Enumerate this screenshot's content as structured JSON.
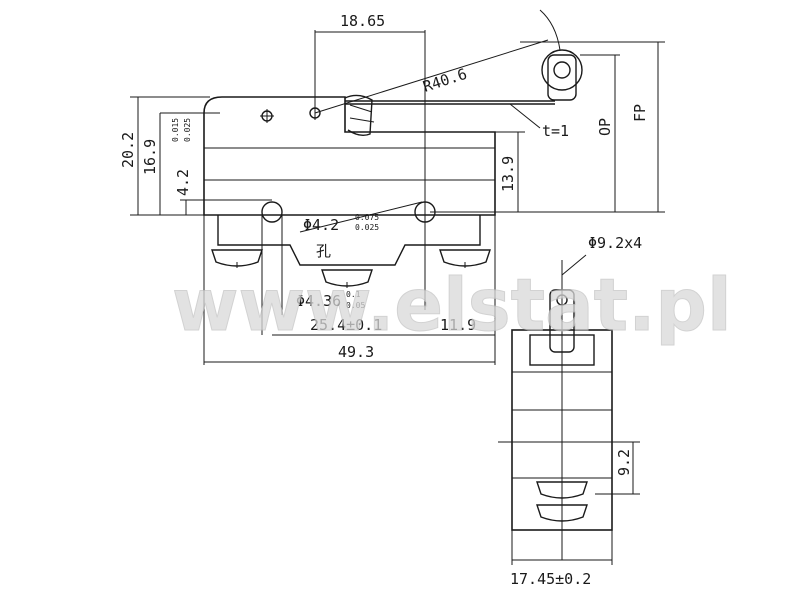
{
  "watermark": "www.elstat.pl",
  "side_view": {
    "width_top": "18.65",
    "radius": "R40.6",
    "thickness": "t=1",
    "height_total": "20.2",
    "height_body": "16.9",
    "offset_base": "4.2",
    "offset_sup": "0.015",
    "offset_sub": "0.025",
    "hole_height": "13.9",
    "op": "OP",
    "fp": "FP",
    "hole_dia": "Φ4.2",
    "hole_sup": "0.075",
    "hole_sub": "0.025",
    "hole_char": "孔",
    "pin_dia": "Φ4.36",
    "pin_sup": "0.1",
    "pin_sub": "0.05",
    "pitch": "25.4±0.1",
    "offset_right": "11.9",
    "length": "49.3"
  },
  "end_view": {
    "roller_dia": "Φ9.2x4",
    "terminal_height": "9.2",
    "width": "17.45±0.2"
  }
}
